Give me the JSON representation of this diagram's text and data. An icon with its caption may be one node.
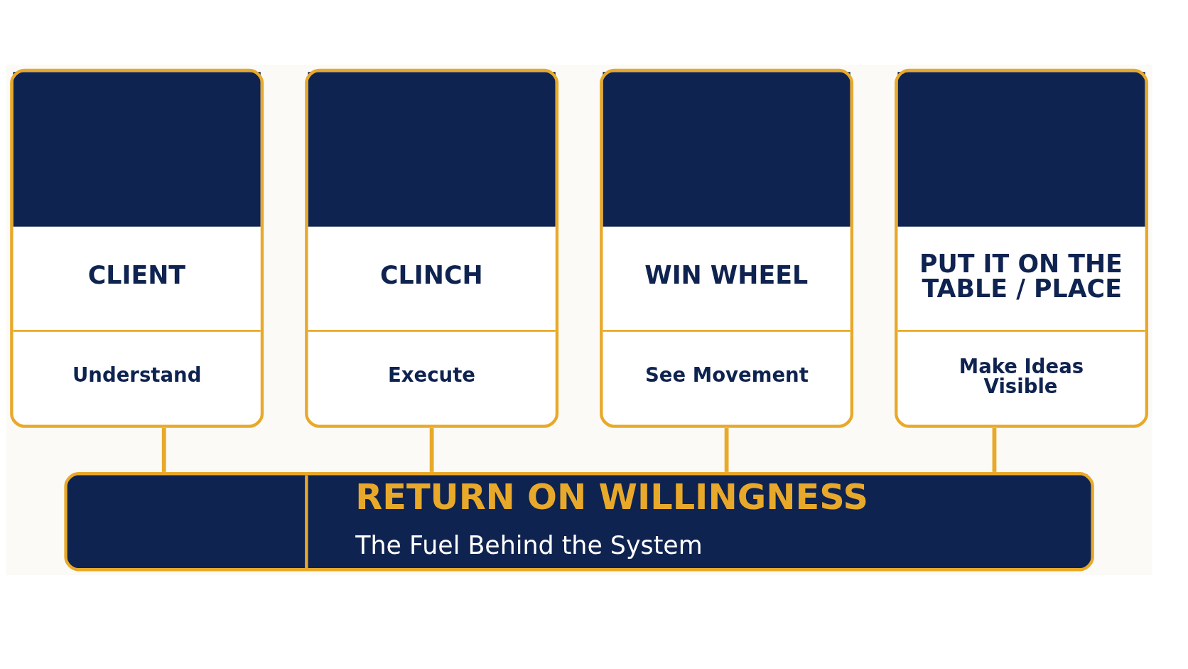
{
  "diagram": {
    "nodes": [
      {
        "text": [
          "CLIENT",
          "Understand"
        ]
      },
      {
        "text": [
          "CLINCH",
          "Execute"
        ]
      },
      {
        "text": [
          "WIN WHEEL",
          "See Movement"
        ]
      },
      {
        "text": [
          "PUT IT ON THE TABLE / PLACE",
          "Make Ideas Visible"
        ]
      },
      {
        "text": [
          "RETURN ON WILLINGNESS",
          "The Fuel Behind the System"
        ]
      }
    ],
    "edges": [
      {
        "from": 0,
        "to": 4,
        "arrow": "none"
      },
      {
        "from": 1,
        "to": 4,
        "arrow": "none"
      },
      {
        "from": 2,
        "to": 4,
        "arrow": "none"
      },
      {
        "from": 3,
        "to": 4,
        "arrow": "none"
      }
    ]
  }
}
